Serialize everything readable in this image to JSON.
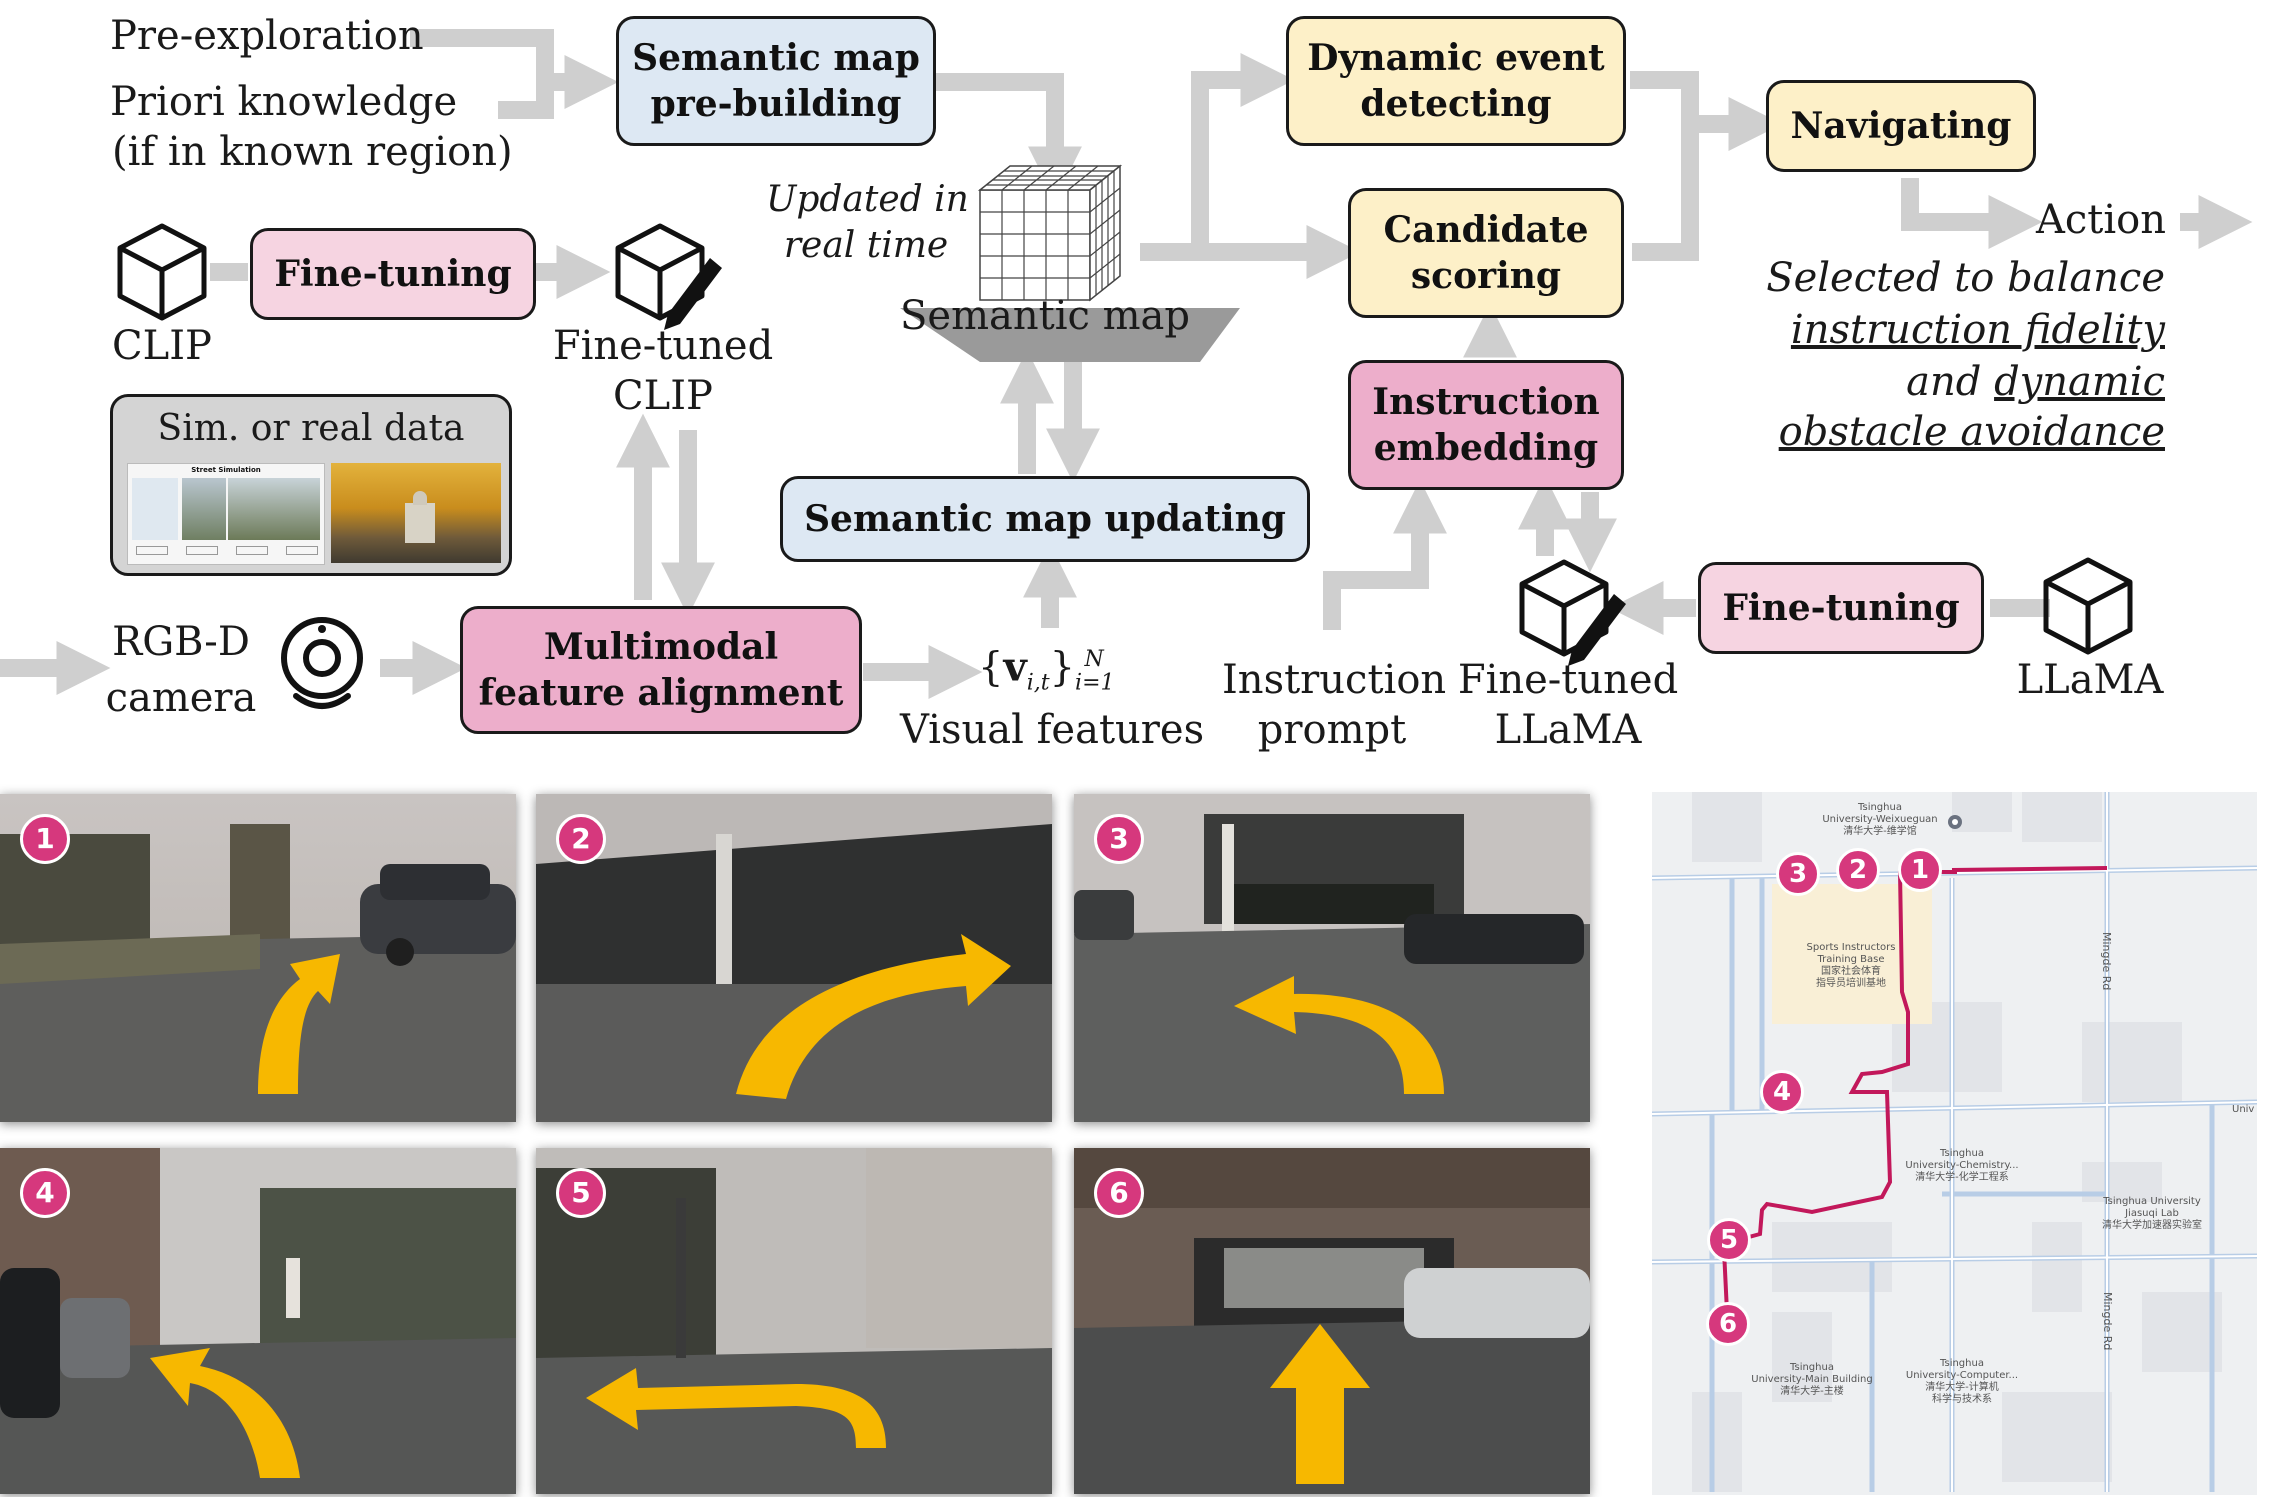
{
  "diagram": {
    "inputs": {
      "pre_exploration": "Pre-exploration",
      "priori_knowledge": "Priori knowledge",
      "priori_knowledge_note": "(if in known region)",
      "clip": "CLIP",
      "finetuned_clip_1": "Fine-tuned",
      "finetuned_clip_2": "CLIP",
      "sim_data": "Sim. or real data",
      "camera_1": "RGB-D",
      "camera_2": "camera",
      "visual_features_label": "Visual features",
      "instruction_prompt_1": "Instruction",
      "instruction_prompt_2": "prompt",
      "finetuned_llama_1": "Fine-tuned",
      "finetuned_llama_2": "LLaMA",
      "llama": "LLaMA"
    },
    "boxes": {
      "semantic_prebuilding_1": "Semantic map",
      "semantic_prebuilding_2": "pre-building",
      "finetuning_clip": "Fine-tuning",
      "multimodal_1": "Multimodal",
      "multimodal_2": "feature alignment",
      "semantic_updating": "Semantic map updating",
      "dynamic_event_1": "Dynamic event",
      "dynamic_event_2": "detecting",
      "candidate_1": "Candidate",
      "candidate_2": "scoring",
      "instruction_emb_1": "Instruction",
      "instruction_emb_2": "embedding",
      "navigating": "Navigating",
      "finetuning_llama": "Fine-tuning"
    },
    "semantic_map": {
      "updated_1": "Updated in",
      "updated_2": "real time",
      "label": "Semantic map"
    },
    "output": {
      "action": "Action",
      "selected_1": "Selected to balance",
      "selected_2": "instruction fidelity",
      "selected_3_a": "and ",
      "selected_3_b": "dynamic",
      "selected_4": "obstacle avoidance"
    }
  },
  "sim_screenshot": {
    "title": "Street Simulation"
  },
  "photos": [
    {
      "badge": "1",
      "arrow": "turn-right-curve-icon"
    },
    {
      "badge": "2",
      "arrow": "curve-right-icon"
    },
    {
      "badge": "3",
      "arrow": "curve-left-icon"
    },
    {
      "badge": "4",
      "arrow": "turn-left-icon"
    },
    {
      "badge": "5",
      "arrow": "sharp-left-icon"
    },
    {
      "badge": "6",
      "arrow": "straight-up-icon"
    }
  ],
  "map": {
    "route_color": "#c2185b",
    "labels": {
      "weixueguan_1": "Tsinghua",
      "weixueguan_2": "University-Weixueguan",
      "weixueguan_3": "清华大学-维学馆",
      "sports_1": "Sports Instructors",
      "sports_2": "Training Base",
      "sports_3": "国家社会体育",
      "sports_4": "指导员培训基地",
      "chem_1": "Tsinghua",
      "chem_2": "University-Chemistry...",
      "chem_3": "清华大学-化学工程系",
      "jiasuqi_1": "Tsinghua University",
      "jiasuqi_2": "Jiasuqi Lab",
      "jiasuqi_3": "清华大学加速器实验室",
      "main_1": "Tsinghua",
      "main_2": "University-Main Building",
      "main_3": "清华大学-主楼",
      "computer_1": "Tsinghua",
      "computer_2": "University-Computer...",
      "computer_3": "清华大学-计算机",
      "computer_4": "科学与技术系",
      "edge": "Univ",
      "road_1": "Mingde Rd",
      "road_2": "Mingde Rd"
    },
    "badges": [
      "1",
      "2",
      "3",
      "4",
      "5",
      "6"
    ]
  }
}
